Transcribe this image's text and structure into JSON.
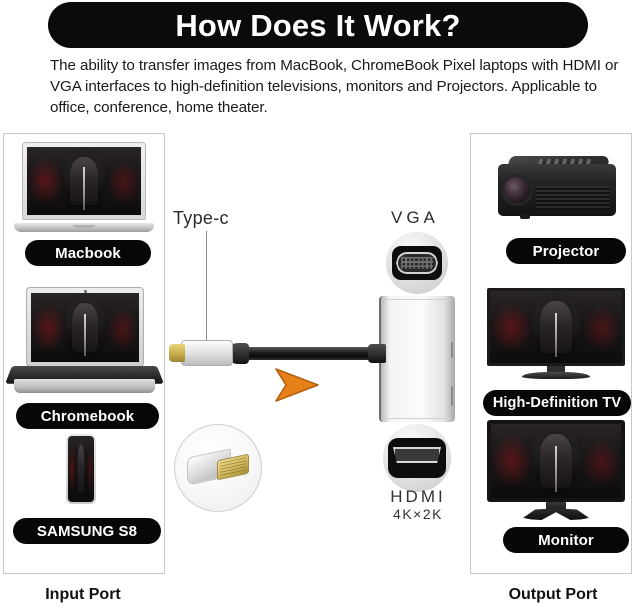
{
  "header": {
    "title": "How Does It Work?",
    "description": "The ability to transfer images from MacBook, ChromeBook Pixel laptops with HDMI or VGA interfaces to high-definition televisions, monitors and Projectors. Applicable to office, conference, home theater."
  },
  "input_panel": {
    "caption": "Input Port",
    "devices": [
      {
        "label": "Macbook",
        "icon": "laptop-icon"
      },
      {
        "label": "Chromebook",
        "icon": "laptop-icon"
      },
      {
        "label": "SAMSUNG S8",
        "icon": "smartphone-icon"
      }
    ]
  },
  "output_panel": {
    "caption": "Output Port",
    "devices": [
      {
        "label": "Projector",
        "icon": "projector-icon"
      },
      {
        "label": "High-Definition TV",
        "icon": "tv-icon"
      },
      {
        "label": "Monitor",
        "icon": "monitor-icon"
      }
    ]
  },
  "adapter": {
    "input_connector_label": "Type-c",
    "output_ports": [
      {
        "label": "VGA",
        "sub": ""
      },
      {
        "label": "HDMI",
        "sub": "4K×2K"
      }
    ]
  },
  "colors": {
    "pill_background": "#070707",
    "pill_text": "#ffffff",
    "arrow": "#E8801A",
    "arrow_outline": "#B3610E",
    "panel_border": "#c8c8c8",
    "page_background": "#ffffff"
  }
}
